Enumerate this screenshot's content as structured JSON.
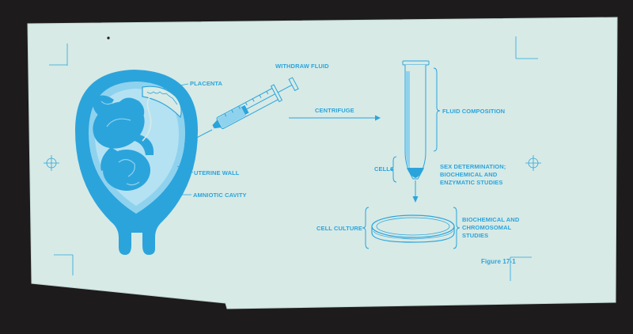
{
  "colors": {
    "background": "#1d1b1c",
    "paper": "#d7eae6",
    "ink": "#2ba4dc",
    "ink_light": "#8fd2ee"
  },
  "labels": {
    "placenta": "PLACENTA",
    "uterine_wall": "UTERINE WALL",
    "amniotic_cavity": "AMNIOTIC CAVITY",
    "withdraw_fluid": "WITHDRAW FLUID",
    "centrifuge": "CENTRIFUGE",
    "fluid_composition": "FLUID COMPOSITION",
    "cells": "CELLS",
    "sex_determination": [
      "SEX DETERMINATION;",
      "BIOCHEMICAL AND",
      "ENZYMATIC STUDIES"
    ],
    "cell_culture": "CELL CULTURE",
    "biochemical_chromosomal": [
      "BIOCHEMICAL AND",
      "CHROMOSOMAL",
      "STUDIES"
    ],
    "figure": "Figure 17-1"
  }
}
